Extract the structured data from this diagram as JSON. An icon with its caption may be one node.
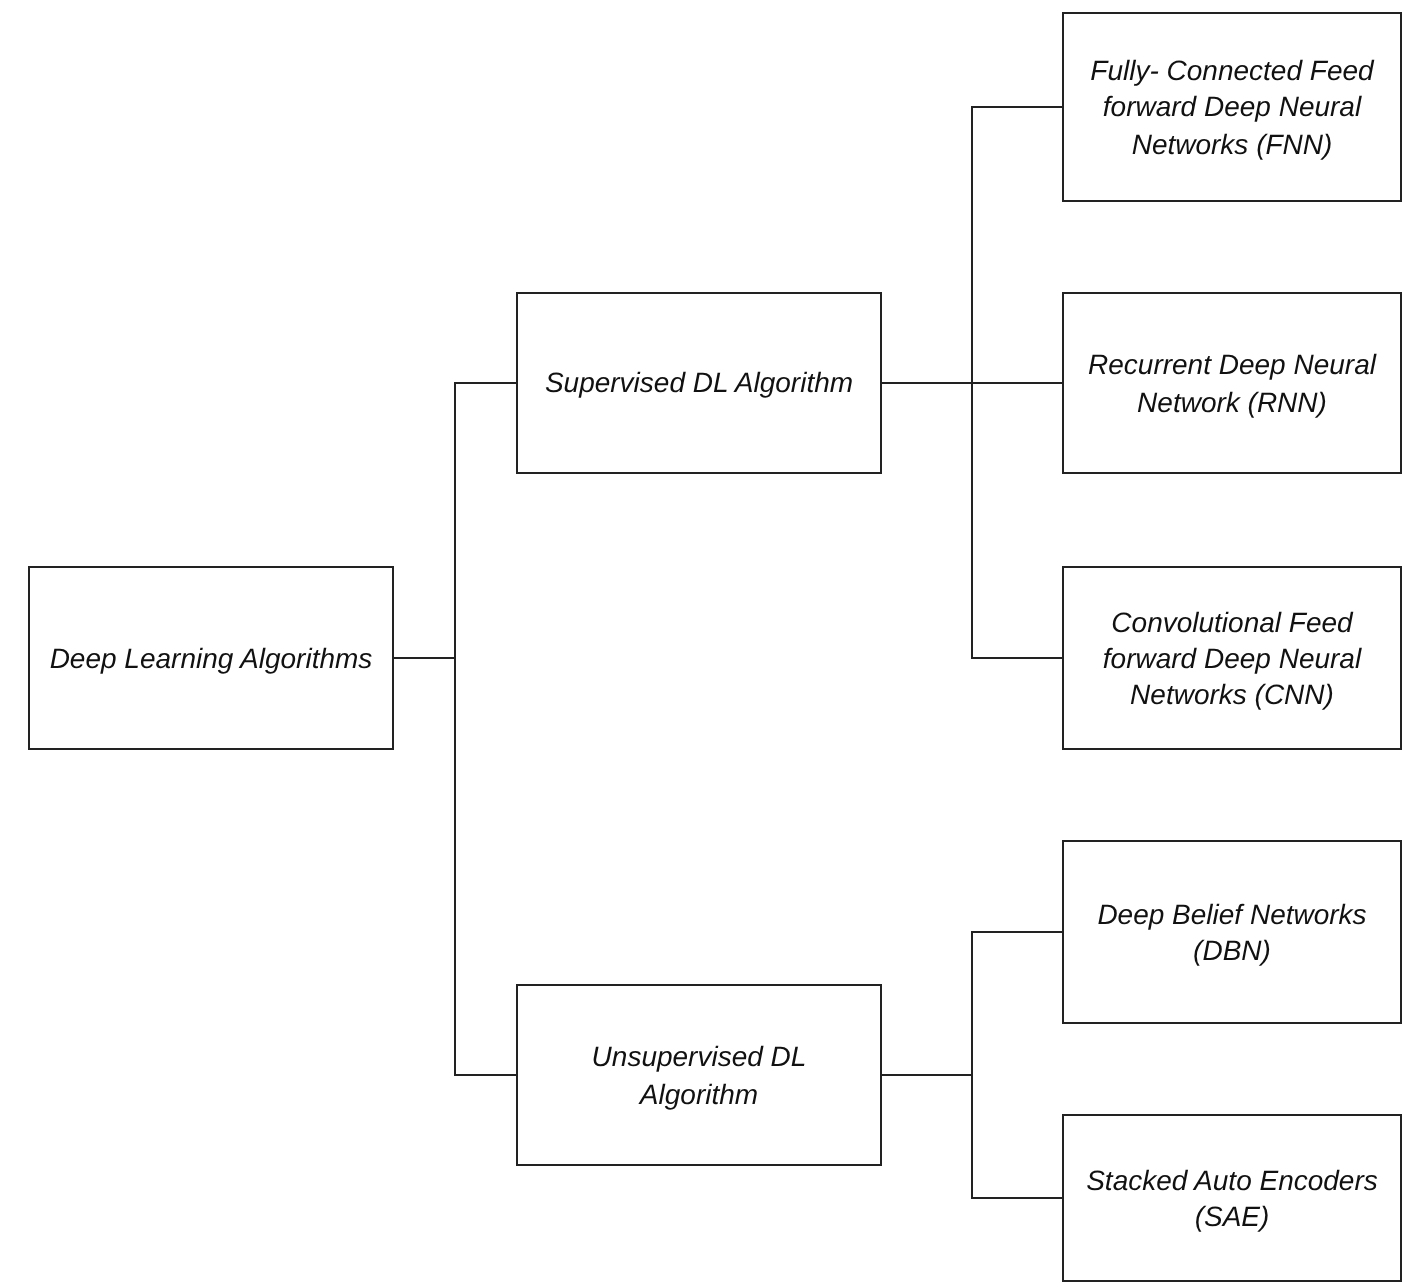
{
  "diagram": {
    "nodes": [
      {
        "text": [
          "Deep Learning Algorithms"
        ]
      },
      {
        "text": [
          "Supervised DL Algorithm"
        ]
      },
      {
        "text": [
          "Unsupervised DL Algorithm"
        ]
      },
      {
        "text": [
          "Fully- Connected Feed forward Deep Neural Networks (FNN)"
        ]
      },
      {
        "text": [
          "Recurrent Deep Neural Network (RNN)"
        ]
      },
      {
        "text": [
          "Convolutional Feed forward Deep Neural Networks (CNN)"
        ]
      },
      {
        "text": [
          "Deep Belief Networks (DBN)"
        ]
      },
      {
        "text": [
          "Stacked Auto Encoders (SAE)"
        ]
      }
    ],
    "edges": [
      {
        "from": 0,
        "to": 1,
        "arrow": "none"
      },
      {
        "from": 0,
        "to": 2,
        "arrow": "none"
      },
      {
        "from": 1,
        "to": 3,
        "arrow": "none"
      },
      {
        "from": 1,
        "to": 4,
        "arrow": "none"
      },
      {
        "from": 1,
        "to": 5,
        "arrow": "none"
      },
      {
        "from": 2,
        "to": 6,
        "arrow": "none"
      },
      {
        "from": 2,
        "to": 7,
        "arrow": "none"
      }
    ]
  }
}
